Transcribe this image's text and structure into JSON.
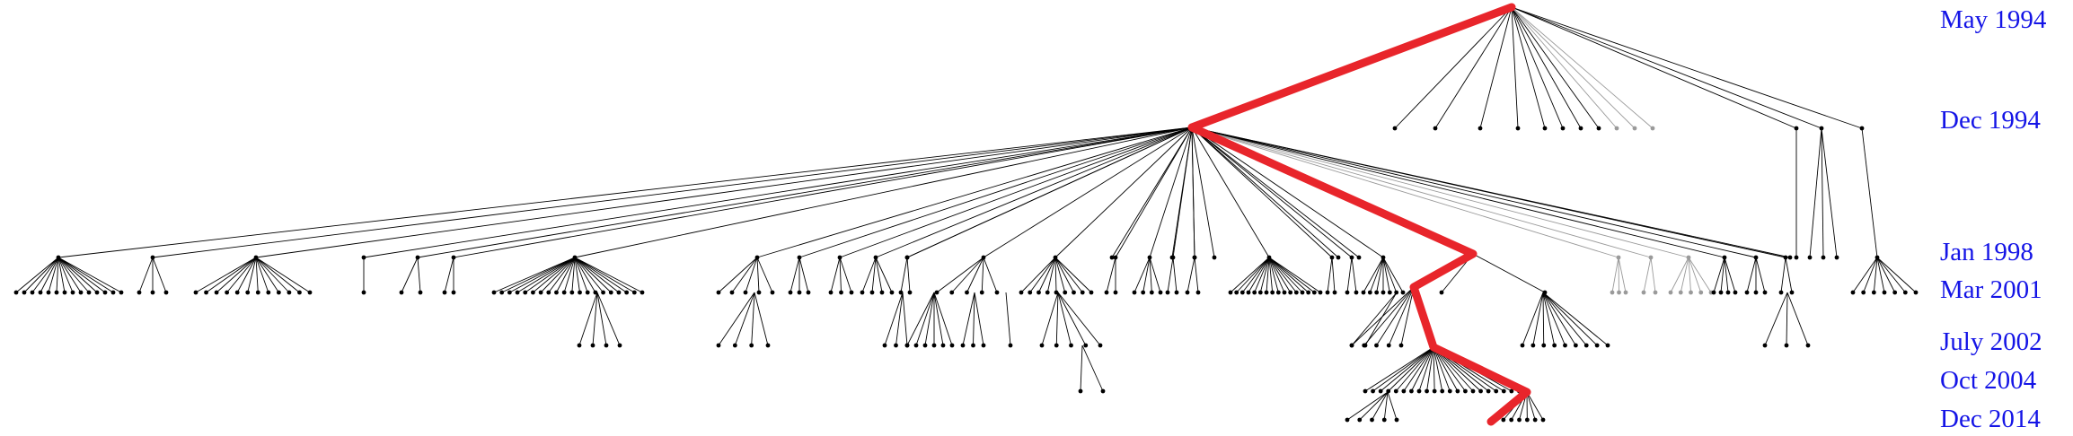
{
  "labels": [
    "May 1994",
    "Dec 1994",
    "Jan 1998",
    "Mar 2001",
    "July 2002",
    "Oct 2004",
    "Dec 2014"
  ],
  "colors": {
    "edge": "#000000",
    "edge_faded": "#9a9a9a",
    "node": "#000000",
    "highlight": "#e8252b",
    "label": "#1414e6",
    "background": "#ffffff"
  }
}
